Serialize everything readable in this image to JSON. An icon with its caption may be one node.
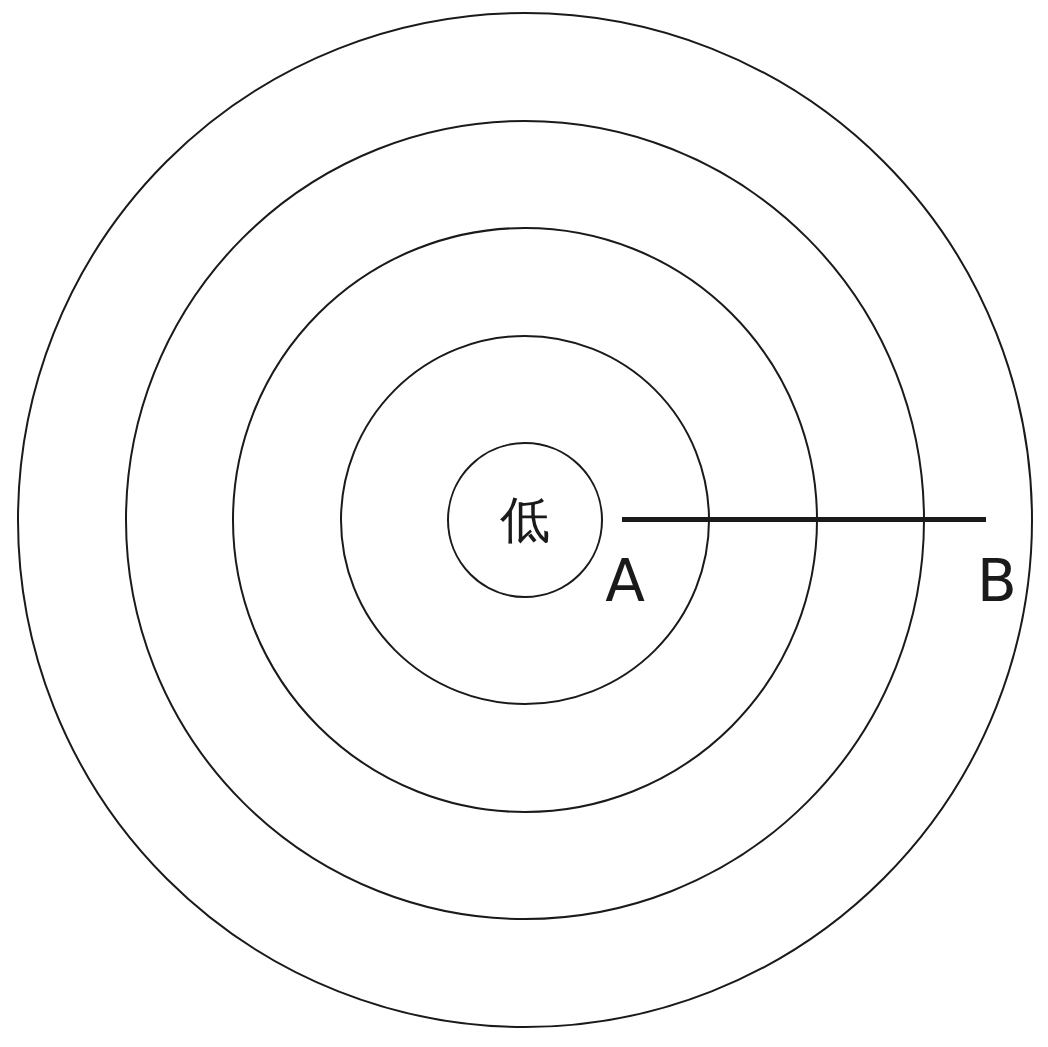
{
  "diagram": {
    "nodes": [
      {
        "text": [],
        "shape": "circle"
      },
      {
        "text": [],
        "shape": "circle",
        "in": 0
      },
      {
        "text": [],
        "shape": "circle",
        "in": 1
      },
      {
        "text": [],
        "shape": "circle",
        "in": 2
      },
      {
        "text": [
          "低"
        ],
        "in": 3
      }
    ],
    "labels": [
      "A",
      "B"
    ]
  }
}
